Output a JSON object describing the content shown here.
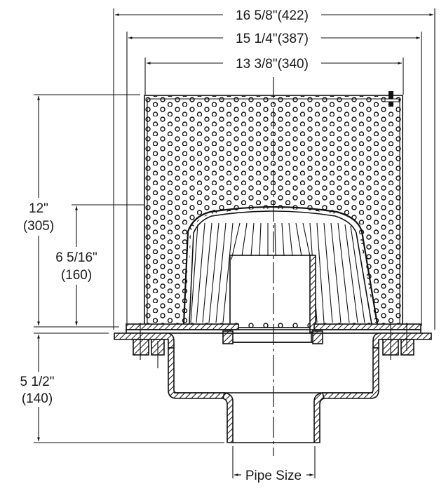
{
  "drawing": {
    "title": "Roof drain with perforated screen – section view",
    "colors": {
      "line": "#111111",
      "background": "#ffffff",
      "text": "#1a1a1a"
    },
    "dimensions": {
      "overall_width": "16 5/8\"(422)",
      "flange_width": "15 1/4\"(387)",
      "screen_width": "13 3/8\"(340)",
      "screen_height_in": "12\"",
      "screen_height_mm": "(305)",
      "dome_height_in": "6 5/16\"",
      "dome_height_mm": "(160)",
      "body_depth_in": "5 1/2\"",
      "body_depth_mm": "(140)",
      "pipe_size": "Pipe Size"
    }
  }
}
